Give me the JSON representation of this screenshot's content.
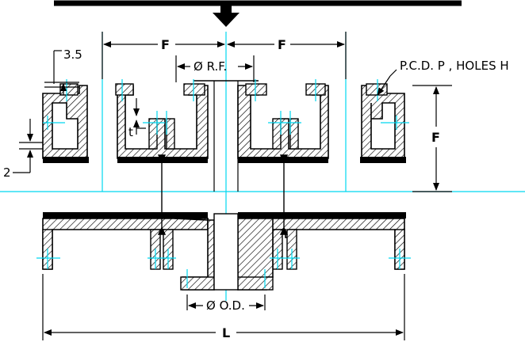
{
  "drawing": {
    "labels": {
      "f_left": "F",
      "f_right": "F",
      "f_vertical": "F",
      "rf": "Ø R.F.",
      "dim_35": "3.5",
      "dim_t": "t",
      "dim_2": "2",
      "pcd": "P.C.D. P , HOLES H",
      "od": "Ø O.D.",
      "length": "L"
    },
    "colors": {
      "line": "#000000",
      "centerline": "#00d8f0",
      "background": "#ffffff",
      "hatch": "#000000"
    },
    "icons": {
      "top_marker": "down-arrow-icon"
    }
  }
}
